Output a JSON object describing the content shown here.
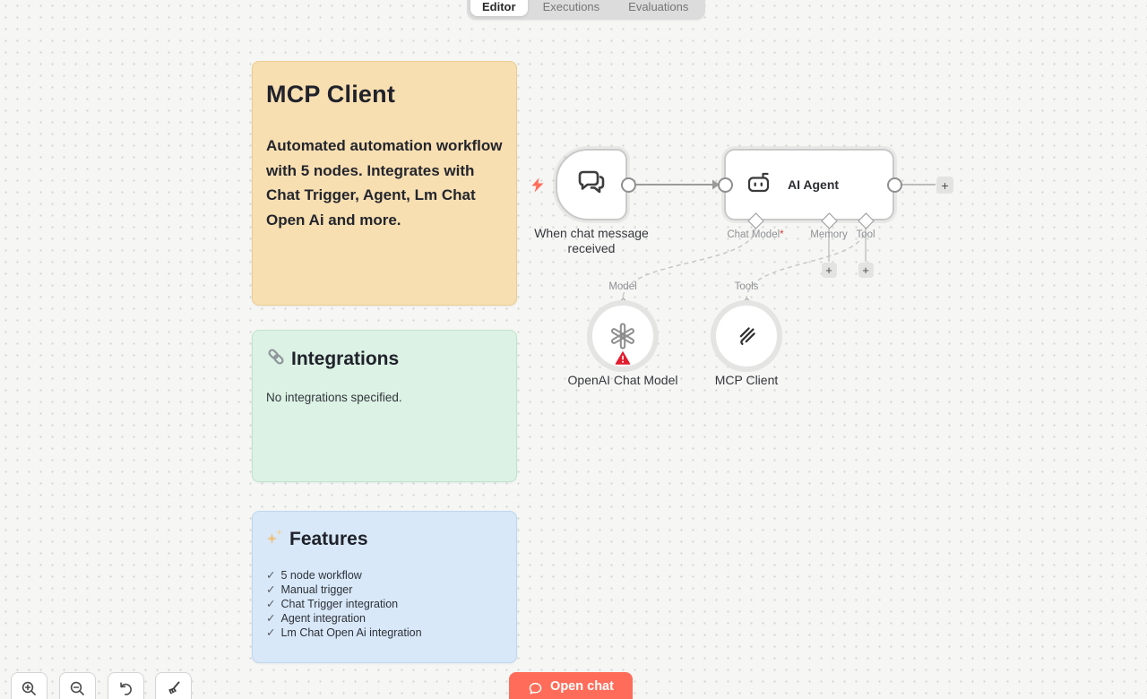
{
  "tabs": [
    "Editor",
    "Executions",
    "Evaluations"
  ],
  "notes": {
    "mcp": {
      "title": "MCP Client",
      "body": "Automated automation workflow with 5 nodes. Integrates with Chat Trigger, Agent, Lm Chat Open Ai and more."
    },
    "integrations": {
      "title": "Integrations",
      "body": "No integrations specified."
    },
    "features": {
      "title": "Features",
      "check": "✓",
      "items": [
        "5 node workflow",
        "Manual trigger",
        "Chat Trigger integration",
        "Agent integration",
        "Lm Chat Open Ai integration"
      ]
    }
  },
  "nodes": {
    "trigger": {
      "label": "When chat message received"
    },
    "agent": {
      "title": "AI Agent",
      "ports": {
        "chat_model": "Chat Model",
        "required_mark": "*",
        "memory": "Memory",
        "tool": "Tool"
      }
    },
    "openai": {
      "label": "OpenAI Chat Model",
      "port": "Model"
    },
    "mcp": {
      "label": "MCP Client",
      "port": "Tools"
    }
  },
  "buttons": {
    "open_chat": "Open chat",
    "add": "+"
  },
  "colors": {
    "accent": "#ff6d5a",
    "warning": "#e11d2e",
    "note_orange": "#f8dfb1",
    "note_green": "#dbf2e4",
    "note_blue": "#d8e8f8"
  }
}
